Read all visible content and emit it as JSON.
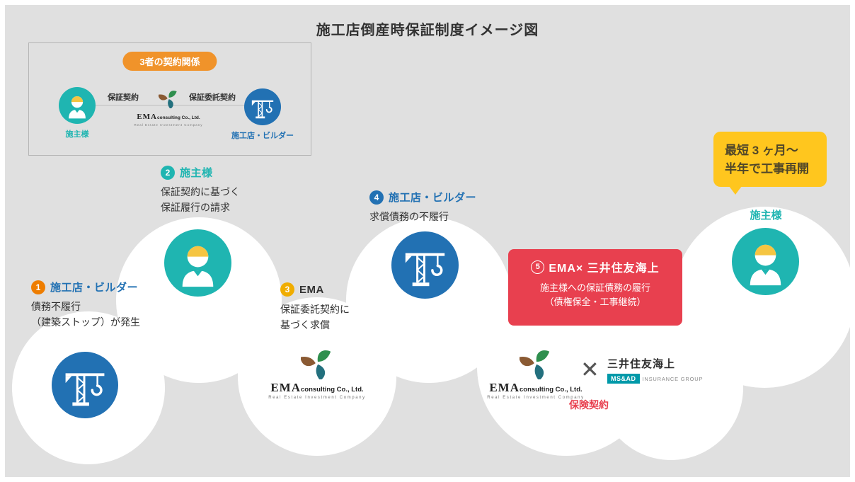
{
  "title": "施工店倒産時保証制度イメージ図",
  "contract_box": {
    "badge": "3者の契約関係",
    "guarantee_contract": "保証契約",
    "consignment_contract": "保証委託契約"
  },
  "labels": {
    "owner": "施主様",
    "builder": "施工店・ビルダー",
    "insurance_contract": "保険契約"
  },
  "ema_logo": {
    "name": "EMA",
    "suffix": "consulting Co., Ltd.",
    "tagline": "Real Estate Investment Company"
  },
  "msad_logo": {
    "name": "三井住友海上",
    "badge": "MS&AD",
    "group": "INSURANCE GROUP"
  },
  "steps": {
    "s1": {
      "num": "1",
      "title": "施工店・ビルダー",
      "line1": "債務不履行",
      "line2": "（建築ストップ）が発生"
    },
    "s2": {
      "num": "2",
      "title": "施主様",
      "line1": "保証契約に基づく",
      "line2": "保証履行の請求"
    },
    "s3": {
      "num": "3",
      "title": "EMA",
      "line1": "保証委託契約に",
      "line2": "基づく求償"
    },
    "s4": {
      "num": "4",
      "title": "施工店・ビルダー",
      "line1": "求償債務の不履行"
    },
    "s5": {
      "num": "5",
      "title": "EMA× 三井住友海上",
      "line1": "施主様への保証債務の履行",
      "line2": "（債権保全・工事継続）"
    }
  },
  "result_badge": {
    "line1": "最短 3 ヶ月〜",
    "line2": "半年で工事再開"
  },
  "icons": {
    "owner": "person-icon",
    "builder": "crane-icon",
    "ema": "ema-swirl-logo",
    "between_logos": "multiply-icon"
  },
  "colors": {
    "background": "#e0e0e0",
    "flow_panel": "#ffffff",
    "teal": "#1fb5b1",
    "blue": "#2271b3",
    "orange_badge": "#f0932a",
    "step1_orange": "#ee7d00",
    "step3_yellow": "#f0ad00",
    "red_box": "#e8404f",
    "yellow_badge": "#ffc61e",
    "msad_teal": "#0099a9"
  }
}
